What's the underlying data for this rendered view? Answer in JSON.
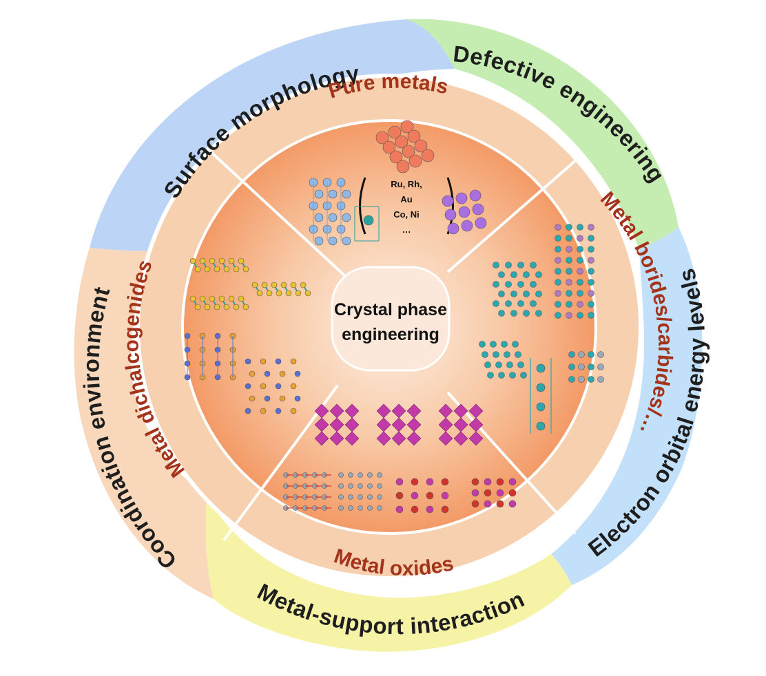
{
  "colors": {
    "surface_morphology": "#bcd5f7",
    "defective_engineering": "#c6edb1",
    "electron_orbital": "#c2e0f9",
    "metal_support": "#f6f3a6",
    "coordination": "#f8d7bb",
    "ring": "#f7d0b0",
    "inner": "#f4a373",
    "center": "#fbe8da",
    "ring_text": "#a3341b"
  },
  "outer_ring": {
    "surface_morphology": "Surface morphology",
    "defective_engineering": "Defective engineering",
    "electron_orbital": "Electron orbital energy levels",
    "metal_support": "Metal-support interaction",
    "coordination": "Coordination environment"
  },
  "middle_ring": {
    "pure_metals": "Pure metals",
    "metal_borides": "Metal borides/carbides/…",
    "metal_oxides": "Metal oxides",
    "metal_dichalcogenides": "Metal dichalcogenides"
  },
  "center": {
    "line1": "Crystal phase",
    "line2": "engineering"
  },
  "pure_metals_elements": [
    "Ru, Rh,",
    "Au",
    "Co, Ni",
    "…"
  ],
  "icons": [
    "fcc-lattice-icon",
    "hcp-lattice-icon",
    "bcc-lattice-icon",
    "layered-sheet-icon",
    "oxide-framework-icon",
    "boride-lattice-icon"
  ]
}
